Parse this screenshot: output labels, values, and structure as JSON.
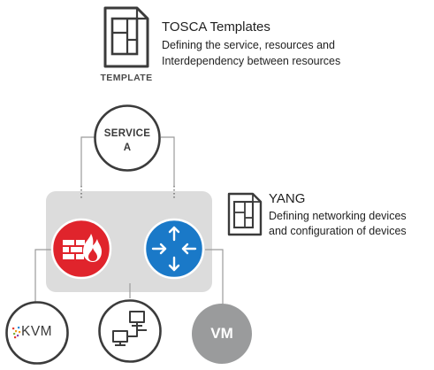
{
  "template_block": {
    "caption": "TEMPLATE",
    "title": "TOSCA Templates",
    "desc_line1": "Defining the service, resources and",
    "desc_line2": "Interdependency between resources"
  },
  "service_node": {
    "line1": "SERVICE",
    "line2": "A"
  },
  "yang_block": {
    "title": "YANG",
    "desc_line1": "Defining networking devices",
    "desc_line2": "and configuration of devices"
  },
  "bottom_nodes": {
    "kvm": "KVM",
    "vm": "VM"
  },
  "icons": {
    "template": "document-layout-icon",
    "yang": "document-layout-icon",
    "firewall": "firewall-icon",
    "router": "router-arrows-icon",
    "computers": "networked-computers-icon",
    "kvm": "kvm-logo"
  },
  "colors": {
    "firewall": "#e0242c",
    "router": "#1a79c8",
    "vm": "#9a9b9c",
    "platform": "#dcdcdc",
    "outline": "#3b3b3b"
  }
}
